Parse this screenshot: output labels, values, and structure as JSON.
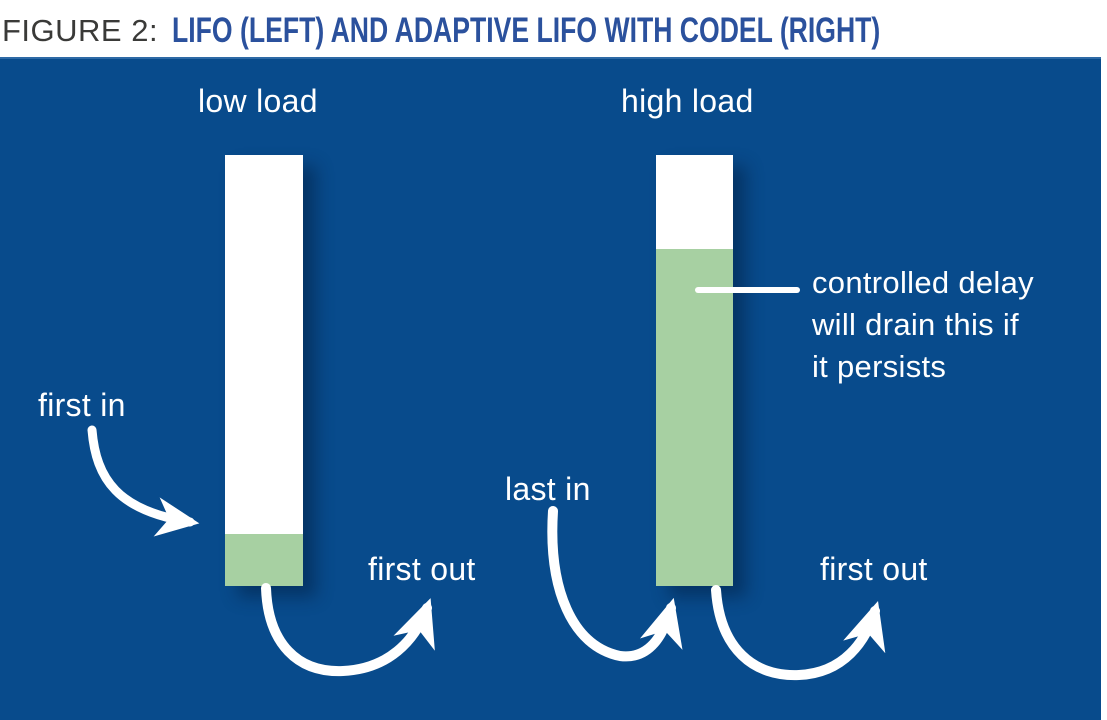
{
  "title": {
    "figure_label": "FIGURE 2:",
    "heading": "LIFO (LEFT) AND ADAPTIVE LIFO WITH CODEL (RIGHT)"
  },
  "diagram": {
    "left_queue": {
      "load_label": "low load",
      "first_in_label": "first in",
      "first_out_label": "first out"
    },
    "right_queue": {
      "load_label": "high load",
      "last_in_label": "last in",
      "first_out_label": "first out",
      "callout": "controlled delay\nwill drain this if\nit persists"
    },
    "colors": {
      "panel_blue": "#084b8c",
      "queue_green": "#a7d0a2",
      "heading_blue": "#2b519d",
      "figure_label_gray": "#3a3a38",
      "arrow_white": "#ffffff"
    }
  }
}
